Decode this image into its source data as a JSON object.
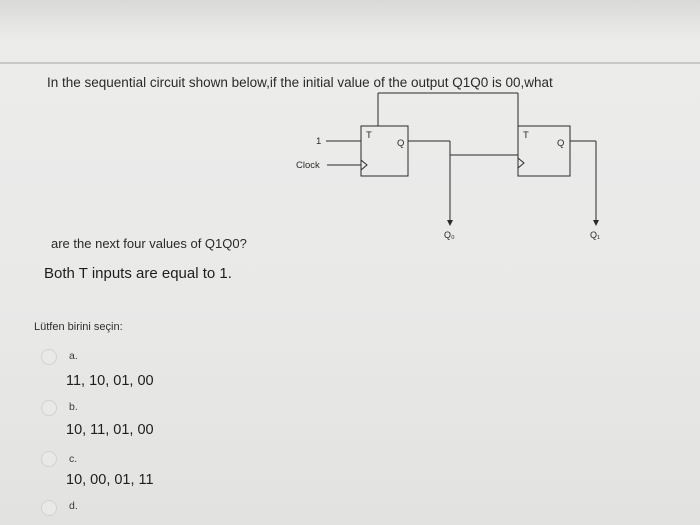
{
  "question": {
    "line1": "In the sequential circuit shown below,if the initial value of the output Q1Q0 is 00,what",
    "line2": "are the next four values of Q1Q0?",
    "line3": "Both T inputs are equal to 1."
  },
  "circuit": {
    "input_one": "1",
    "clock_label": "Clock",
    "ff0_t": "T",
    "ff0_q": "Q",
    "ff1_t": "T",
    "ff1_q": "Q",
    "q0_label": "Q₀",
    "q1_label": "Q₁"
  },
  "instruction": "Lütfen birini seçin:",
  "options": [
    {
      "letter": "a.",
      "value": "11, 10, 01, 00"
    },
    {
      "letter": "b.",
      "value": "10, 11, 01, 00"
    },
    {
      "letter": "c.",
      "value": "10, 00, 01, 11"
    },
    {
      "letter": "d.",
      "value": ""
    }
  ]
}
